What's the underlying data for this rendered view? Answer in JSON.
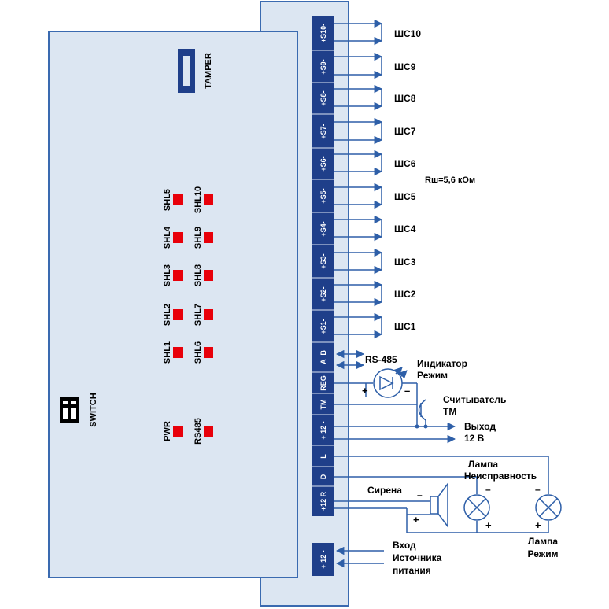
{
  "colors": {
    "panel": "#dce6f2",
    "border": "#3a6ab0",
    "terminal": "#1f3f8a",
    "led": "#e8000a",
    "wire": "#2e5fa8"
  },
  "board": {
    "tamper": "TAMPER",
    "switch": "SWITCH",
    "leds": {
      "shl5": "SHL5",
      "shl10": "SHL10",
      "shl4": "SHL4",
      "shl9": "SHL9",
      "shl3": "SHL3",
      "shl8": "SHL8",
      "shl2": "SHL2",
      "shl7": "SHL7",
      "shl1": "SHL1",
      "shl6": "SHL6",
      "pwr": "PWR",
      "rs485": "RS485"
    }
  },
  "terminals": {
    "s10": "+S10-",
    "s9": "+S9-",
    "s8": "+S8-",
    "s7": "+S7-",
    "s6": "+S6-",
    "s5": "+S5-",
    "s4": "+S4-",
    "s3": "+S3-",
    "s2": "+S2-",
    "s1": "+S1-",
    "ab": "A  B",
    "reg": "REG",
    "tm": "TM",
    "p12": "+ 12 -",
    "l": "L",
    "d": "D",
    "r12": "+12 R",
    "pwr12": "+ 12 -"
  },
  "loops": {
    "shc10": "ШС10",
    "shc9": "ШС9",
    "shc8": "ШС8",
    "shc7": "ШС7",
    "shc6": "ШС6",
    "shc5": "ШС5",
    "shc4": "ШС4",
    "shc3": "ШС3",
    "shc2": "ШС2",
    "shc1": "ШС1",
    "resistor": "Rш=5,6 кОм"
  },
  "external": {
    "rs485": "RS-485",
    "indicator_l1": "Индикатор",
    "indicator_l2": "Режим",
    "reader_l1": "Считыватель",
    "reader_l2": "ТМ",
    "out_l1": "Выход",
    "out_l2": "12 В",
    "lamp_fault_l1": "Лампа",
    "lamp_fault_l2": "Неисправность",
    "siren": "Сирена",
    "lamp_mode_l1": "Лампа",
    "lamp_mode_l2": "Режим",
    "input_l1": "Вход",
    "input_l2": "Источника",
    "input_l3": "питания",
    "plus": "+",
    "minus": "–"
  }
}
